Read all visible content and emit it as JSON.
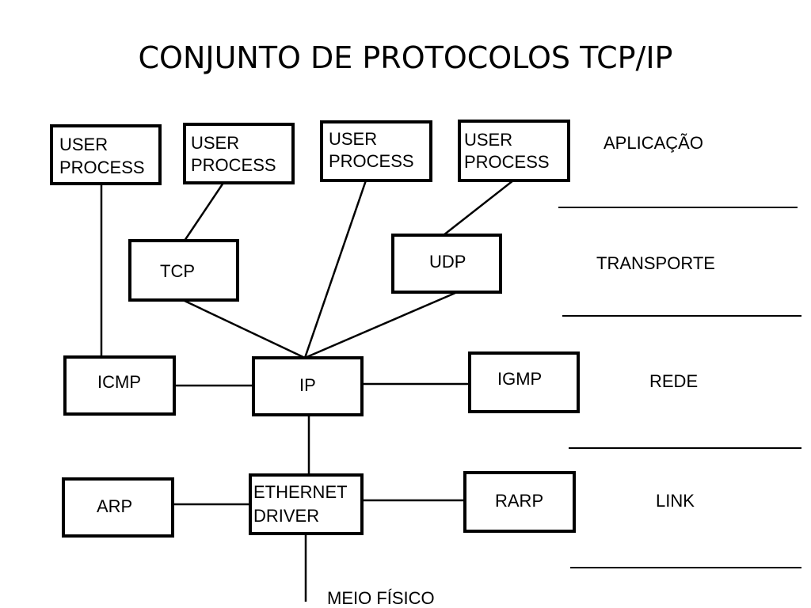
{
  "title": "CONJUNTO DE PROTOCOLOS TCP/IP",
  "layers": {
    "application": "APLICAÇÃO",
    "transport": "TRANSPORTE",
    "network": "REDE",
    "link": "LINK"
  },
  "nodes": {
    "user_process_1": {
      "line1": "USER",
      "line2": "PROCESS"
    },
    "user_process_2": {
      "line1": "USER",
      "line2": "PROCESS"
    },
    "user_process_3": {
      "line1": "USER",
      "line2": "PROCESS"
    },
    "user_process_4": {
      "line1": "USER",
      "line2": "PROCESS"
    },
    "tcp": "TCP",
    "udp": "UDP",
    "icmp": "ICMP",
    "ip": "IP",
    "igmp": "IGMP",
    "ethernet_driver": {
      "line1": "ETHERNET",
      "line2": "DRIVER"
    },
    "arp": "ARP",
    "rarp": "RARP"
  },
  "physical_medium": "MEIO FÍSICO"
}
